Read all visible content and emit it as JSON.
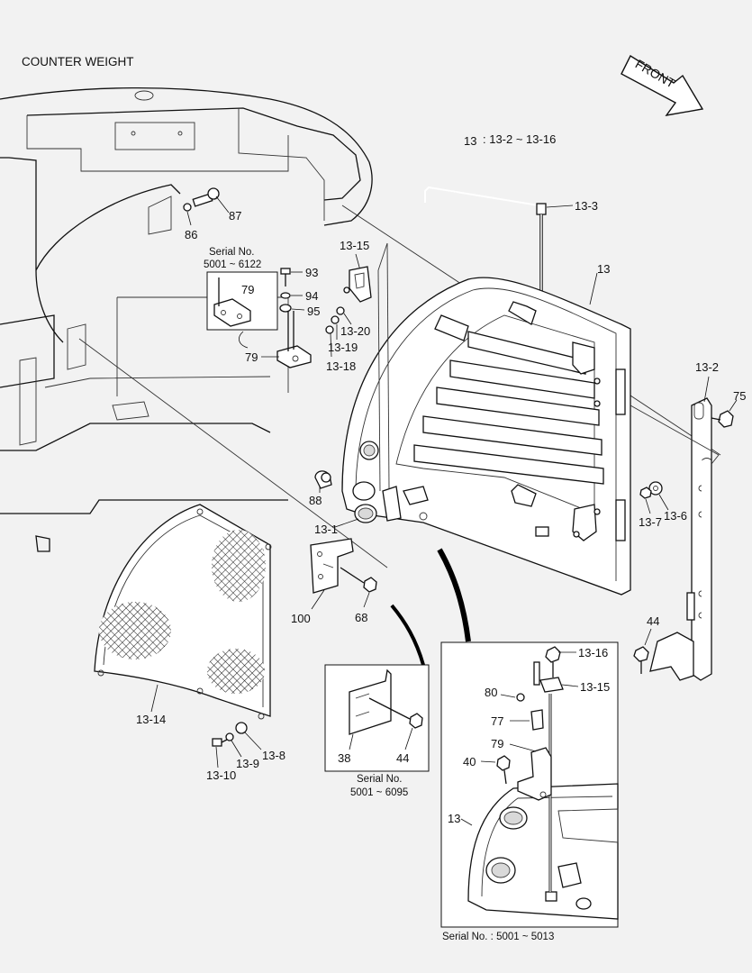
{
  "title": "COUNTER WEIGHT",
  "front_label": "FRONT",
  "assembly_note": {
    "id": "13",
    "range": ": 13-2 ~ 13-16"
  },
  "insets": {
    "upper_serial": "Serial No.\n5001 ~ 6122",
    "upper_serial_l1": "Serial No.",
    "upper_serial_l2": "5001 ~ 6122",
    "mid_serial_l1": "Serial No.",
    "mid_serial_l2": "5001 ~ 6095",
    "bottom_serial": "Serial No. : 5001 ~ 5013"
  },
  "callouts": {
    "p87": "87",
    "p86": "86",
    "p79a": "79",
    "p79b": "79",
    "p93": "93",
    "p94": "94",
    "p95": "95",
    "p13_15a": "13-15",
    "p13_20": "13-20",
    "p13_19": "13-19",
    "p13_18": "13-18",
    "p13_3": "13-3",
    "p13a": "13",
    "p13_2": "13-2",
    "p75": "75",
    "p13_6": "13-6",
    "p13_7": "13-7",
    "p88": "88",
    "p13_1": "13-1",
    "p100": "100",
    "p68": "68",
    "p44a": "44",
    "p13_14": "13-14",
    "p13_8": "13-8",
    "p13_9": "13-9",
    "p13_10": "13-10",
    "p38": "38",
    "p44b": "44",
    "p13_16": "13-16",
    "p13_15b": "13-15",
    "p80": "80",
    "p77": "77",
    "p79c": "79",
    "p40": "40",
    "p13b": "13"
  }
}
